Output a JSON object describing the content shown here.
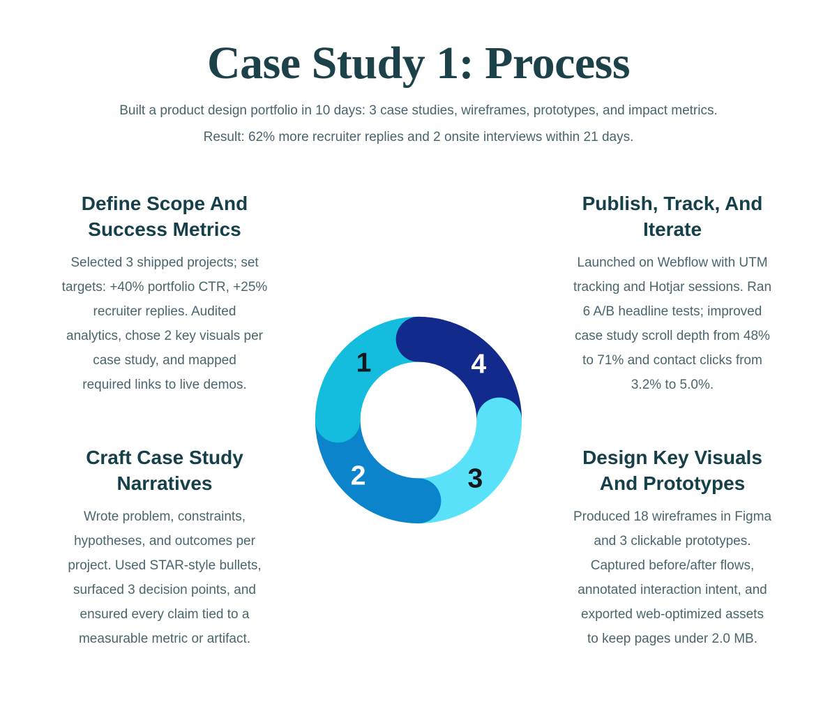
{
  "header": {
    "title": "Case Study 1: Process",
    "subtitle_lines": [
      "Built a product design portfolio in 10 days: 3 case studies, wireframes, prototypes, and impact metrics.",
      "Result: 62% more recruiter replies and 2 onsite interviews within 21 days."
    ]
  },
  "steps": [
    {
      "number": "1",
      "position": "top-left",
      "heading_lines": [
        "Define Scope And",
        "Success Metrics"
      ],
      "body_lines": [
        "Selected 3 shipped projects; set",
        "targets: +40% portfolio CTR, +25%",
        "recruiter replies. Audited",
        "analytics, chose 2 key visuals per",
        "case study, and mapped",
        "required links to live demos."
      ]
    },
    {
      "number": "2",
      "position": "bottom-left",
      "heading_lines": [
        "Craft Case Study",
        "Narratives"
      ],
      "body_lines": [
        "Wrote problem, constraints,",
        "hypotheses, and outcomes per",
        "project. Used STAR-style bullets,",
        "surfaced 3 decision points, and",
        "ensured every claim tied to a",
        "measurable metric or artifact."
      ]
    },
    {
      "number": "3",
      "position": "bottom-right",
      "heading_lines": [
        "Design Key Visuals",
        "And Prototypes"
      ],
      "body_lines": [
        "Produced 18 wireframes in Figma",
        "and 3 clickable prototypes.",
        "Captured before/after flows,",
        "annotated interaction intent, and",
        "exported web-optimized assets",
        "to keep pages under 2.0 MB."
      ]
    },
    {
      "number": "4",
      "position": "top-right",
      "heading_lines": [
        "Publish, Track, And",
        "Iterate"
      ],
      "body_lines": [
        "Launched on Webflow with UTM",
        "tracking and Hotjar sessions. Ran",
        "6 A/B headline tests; improved",
        "case study scroll depth from 48%",
        "to 71% and contact clicks from",
        "3.2% to 5.0%."
      ]
    }
  ],
  "chart_data": {
    "type": "donut-process",
    "description": "Four equal quarter segments with rounded overlapping caps, numbered counterclockwise from top-left",
    "flow": "counterclockwise",
    "hole_color": "#ffffff",
    "segments": [
      {
        "label": "1",
        "value": 25,
        "quadrant": "top-left",
        "color": "#14bdde",
        "number_color": "#14181c"
      },
      {
        "label": "2",
        "value": 25,
        "quadrant": "bottom-left",
        "color": "#0b84cb",
        "number_color": "#ffffff"
      },
      {
        "label": "3",
        "value": 25,
        "quadrant": "bottom-right",
        "color": "#59e1f9",
        "number_color": "#14181c"
      },
      {
        "label": "4",
        "value": 25,
        "quadrant": "top-right",
        "color": "#112a8c",
        "number_color": "#ffffff"
      }
    ]
  },
  "colors": {
    "background": "#ffffff",
    "title_text": "#1c4149",
    "heading_text": "#15404a",
    "body_text": "#4a656e"
  }
}
